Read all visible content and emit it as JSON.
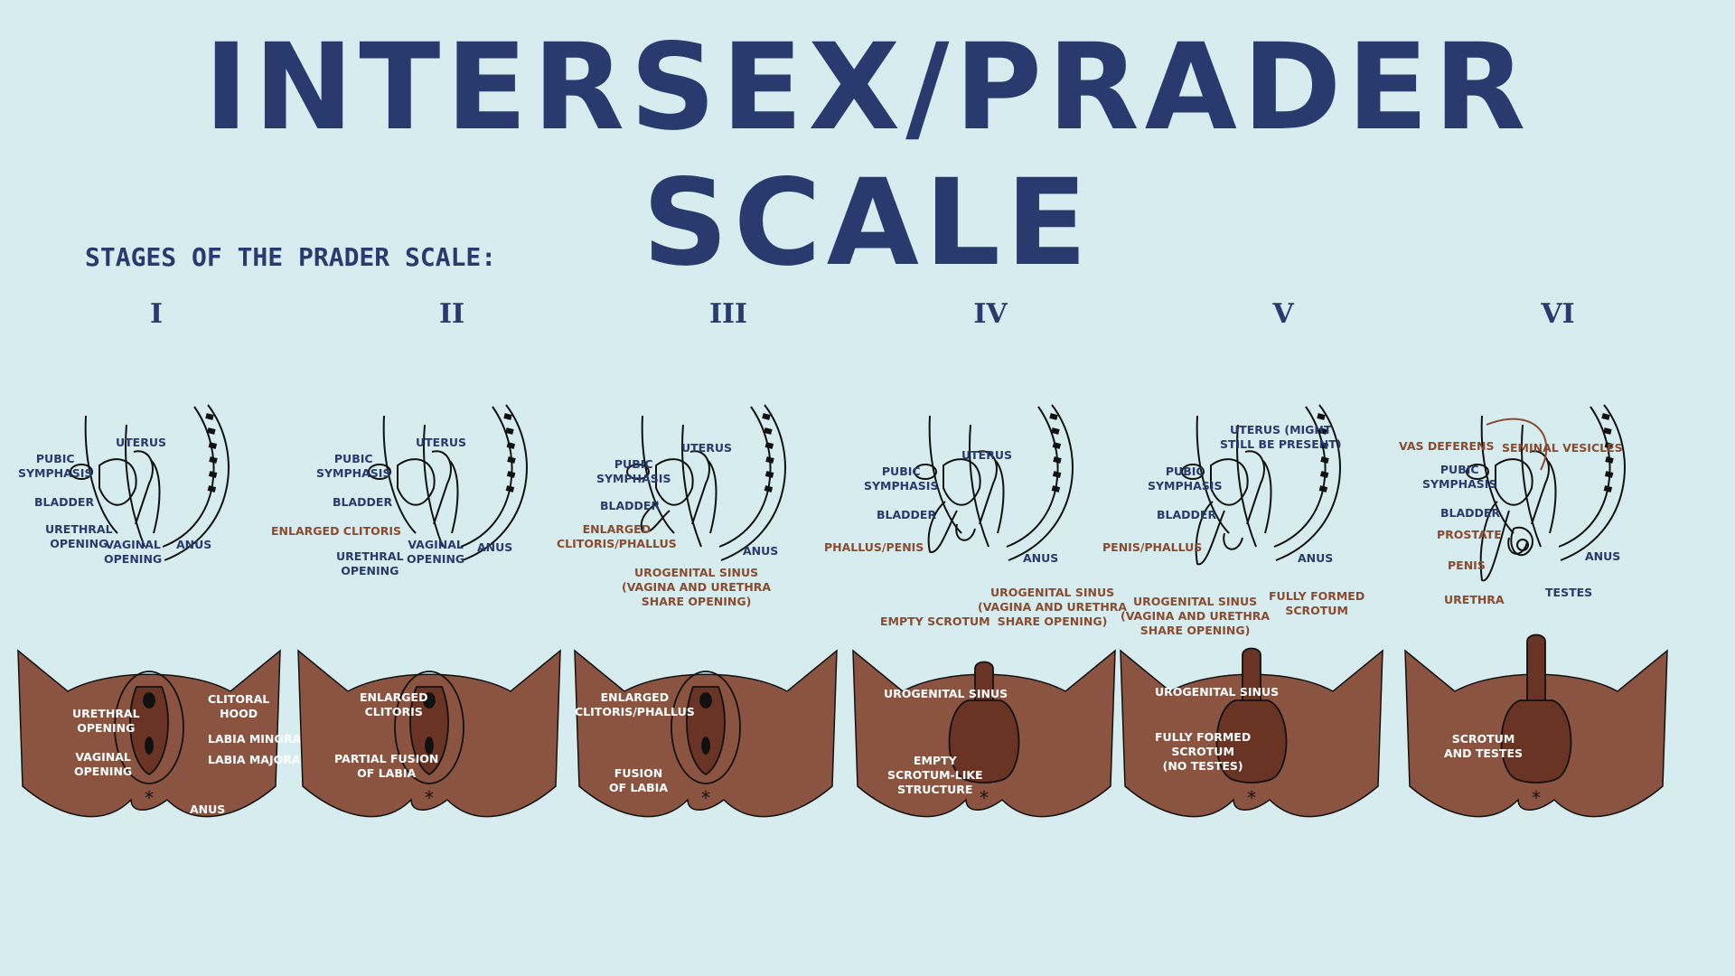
{
  "title": "INTERSEX/PRADER SCALE",
  "subtitle": "STAGES OF THE PRADER SCALE:",
  "stages": [
    {
      "numeral": "I",
      "labels": {
        "uterus": "UTERUS",
        "pubic_symphasis": "PUBIC\nSYMPHASIS",
        "bladder": "BLADDER",
        "urethral_opening": "URETHRAL\nOPENING",
        "vaginal_opening": "VAGINAL\nOPENING",
        "anus": "ANUS",
        "ext_urethral_opening": "URETHRAL\nOPENING",
        "ext_vaginal_opening": "VAGINAL\nOPENING",
        "clitoral_hood": "CLITORAL\nHOOD",
        "labia_minora": "LABIA MINORA",
        "labia_majora": "LABIA MAJORA",
        "ext_anus": "ANUS"
      }
    },
    {
      "numeral": "II",
      "labels": {
        "uterus": "UTERUS",
        "pubic_symphasis": "PUBIC\nSYMPHASIS",
        "bladder": "BLADDER",
        "enlarged_clitoris": "ENLARGED CLITORIS",
        "urethral_opening": "URETHRAL\nOPENING",
        "vaginal_opening": "VAGINAL\nOPENING",
        "anus": "ANUS",
        "ext_enlarged_clitoris": "ENLARGED\nCLITORIS",
        "partial_fusion": "PARTIAL FUSION\nOF LABIA"
      }
    },
    {
      "numeral": "III",
      "labels": {
        "uterus": "UTERUS",
        "pubic_symphasis": "PUBIC\nSYMPHASIS",
        "bladder": "BLADDER",
        "enlarged_clitoris_phallus": "ENLARGED\nCLITORIS/PHALLUS",
        "anus": "ANUS",
        "urogenital_sinus": "UROGENITAL SINUS\n(VAGINA AND URETHRA\nSHARE OPENING)",
        "ext_enlarged_clitoris_phallus": "ENLARGED\nCLITORIS/PHALLUS",
        "fusion_of_labia": "FUSION\nOF LABIA"
      }
    },
    {
      "numeral": "IV",
      "labels": {
        "uterus": "UTERUS",
        "pubic_symphasis": "PUBIC\nSYMPHASIS",
        "bladder": "BLADDER",
        "phallus_penis": "PHALLUS/PENIS",
        "anus": "ANUS",
        "empty_scrotum": "EMPTY SCROTUM",
        "urogenital_sinus": "UROGENITAL SINUS\n(VAGINA AND URETHRA\nSHARE OPENING)",
        "ext_urogenital_sinus": "UROGENITAL SINUS",
        "empty_scrotum_like": "EMPTY\nSCROTUM-LIKE\nSTRUCTURE"
      }
    },
    {
      "numeral": "V",
      "labels": {
        "uterus": "UTERUS (MIGHT\nSTILL BE PRESENT)",
        "pubic_symphasis": "PUBIC\nSYMPHASIS",
        "bladder": "BLADDER",
        "penis_phallus": "PENIS/PHALLUS",
        "anus": "ANUS",
        "urogenital_sinus": "UROGENITAL SINUS\n(VAGINA AND URETHRA\nSHARE OPENING)",
        "fully_formed_scrotum": "FULLY FORMED\nSCROTUM",
        "ext_urogenital_sinus": "UROGENITAL SINUS",
        "ext_fully_formed_scrotum": "FULLY FORMED\nSCROTUM\n(NO TESTES)"
      }
    },
    {
      "numeral": "VI",
      "labels": {
        "vas_deferens": "VAS DEFERENS",
        "seminal_vesicles": "SEMINAL VESICLES",
        "pubic_symphasis": "PUBIC\nSYMPHASIS",
        "bladder": "BLADDER",
        "prostate": "PROSTATE",
        "anus": "ANUS",
        "penis": "PENIS",
        "testes": "TESTES",
        "urethra": "URETHRA",
        "scrotum_and_testes": "SCROTUM\nAND TESTES"
      }
    }
  ]
}
